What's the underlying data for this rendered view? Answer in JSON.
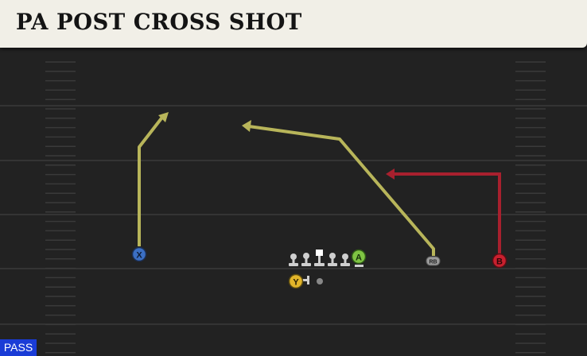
{
  "play": {
    "title": "PA POST CROSS SHOT",
    "type_badge": "PASS"
  },
  "players": [
    {
      "id": "x",
      "label": "X",
      "color": "#3b6fc4"
    },
    {
      "id": "y",
      "label": "Y",
      "color": "#e2b52a"
    },
    {
      "id": "a",
      "label": "A",
      "color": "#7fc443"
    },
    {
      "id": "rb",
      "label": "RB",
      "color": "#8c8c8c"
    },
    {
      "id": "b",
      "label": "B",
      "color": "#c8202e"
    }
  ],
  "routes": [
    {
      "player": "X",
      "color": "#b8b55a"
    },
    {
      "player": "RB",
      "color": "#b8b55a"
    },
    {
      "player": "B",
      "color": "#a8202e"
    }
  ]
}
